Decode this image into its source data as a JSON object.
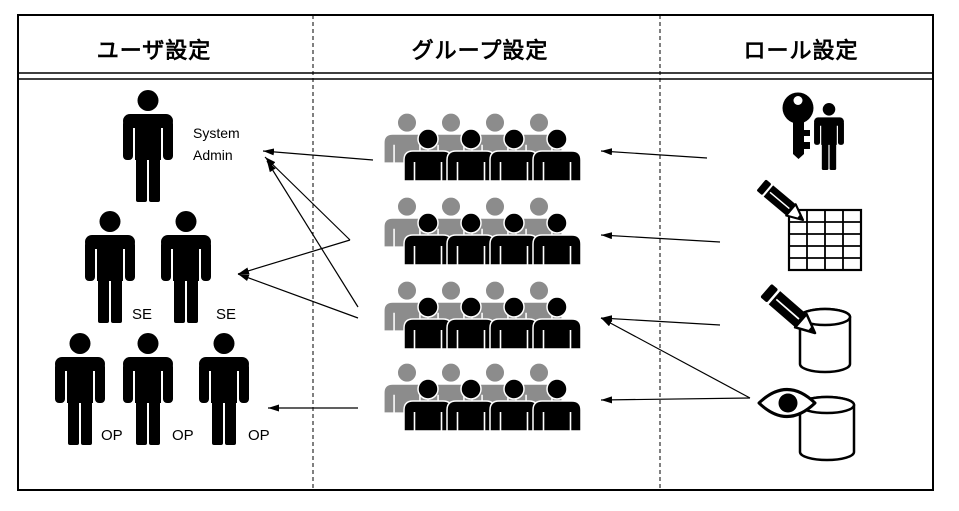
{
  "headers": {
    "users": "ユーザ設定",
    "groups": "グループ設定",
    "roles": "ロール設定"
  },
  "user_tiers": [
    {
      "people": [
        {
          "label": [
            "System",
            "Admin"
          ],
          "icon": "person-icon"
        }
      ]
    },
    {
      "people": [
        {
          "label": [
            "SE"
          ],
          "icon": "person-icon"
        },
        {
          "label": [
            "SE"
          ],
          "icon": "person-icon"
        }
      ]
    },
    {
      "people": [
        {
          "label": [
            "OP"
          ],
          "icon": "person-icon"
        },
        {
          "label": [
            "OP"
          ],
          "icon": "person-icon"
        },
        {
          "label": [
            "OP"
          ],
          "icon": "person-icon"
        }
      ]
    }
  ],
  "groups": [
    {
      "icon": "user-group-icon"
    },
    {
      "icon": "user-group-icon"
    },
    {
      "icon": "user-group-icon"
    },
    {
      "icon": "user-group-icon"
    }
  ],
  "roles": [
    {
      "icons": [
        "key-icon",
        "person-icon"
      ]
    },
    {
      "icons": [
        "pencil-icon",
        "table-icon"
      ]
    },
    {
      "icons": [
        "pencil-icon",
        "database-icon"
      ]
    },
    {
      "icons": [
        "eye-icon",
        "database-icon"
      ]
    }
  ],
  "arrows": {
    "role_to_group": [
      [
        0,
        0
      ],
      [
        1,
        1
      ],
      [
        2,
        2
      ],
      [
        3,
        2
      ],
      [
        3,
        3
      ]
    ],
    "group_to_user_tier": [
      [
        0,
        0
      ],
      [
        1,
        0
      ],
      [
        2,
        0
      ],
      [
        1,
        1
      ],
      [
        2,
        1
      ],
      [
        3,
        2
      ]
    ]
  },
  "colors": {
    "ink": "#000000",
    "back_row_person": "#8c8c8c",
    "background": "#ffffff"
  }
}
